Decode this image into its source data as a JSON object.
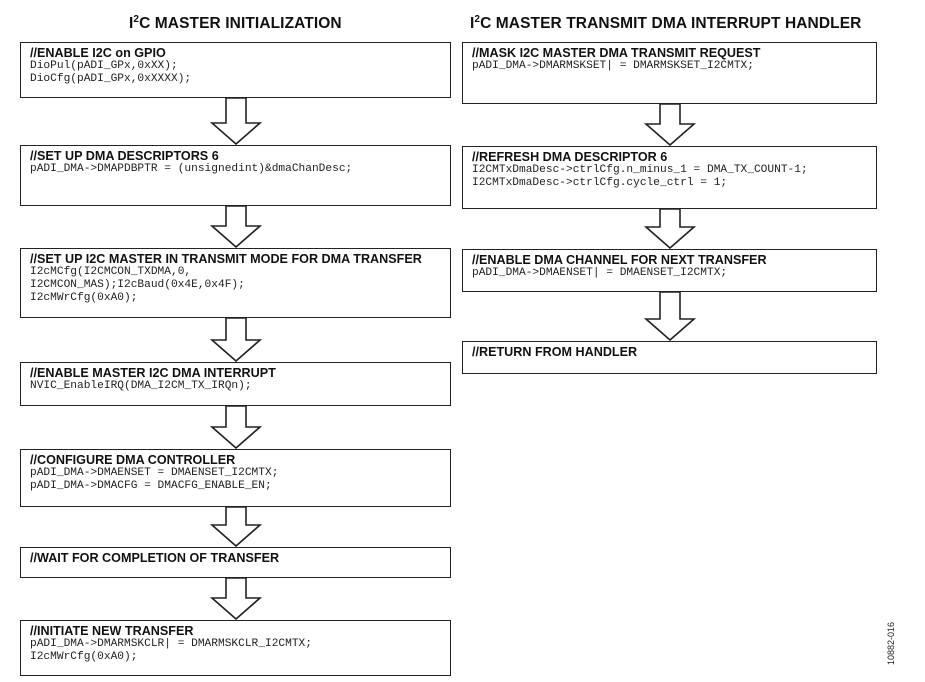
{
  "titles": {
    "left": {
      "pre": "I",
      "sup": "2",
      "post": "C MASTER INITIALIZATION"
    },
    "right": {
      "pre": "I",
      "sup": "2",
      "post": "C MASTER TRANSMIT DMA INTERRUPT HANDLER"
    }
  },
  "left_steps": [
    {
      "heading": "//ENABLE I2C on GPIO",
      "lines": [
        "DioPul(pADI_GPx,0xXX);",
        "DioCfg(pADI_GPx,0xXXXX);"
      ]
    },
    {
      "heading": "//SET UP DMA DESCRIPTORS 6",
      "lines": [
        "pADI_DMA->DMAPDBPTR = (unsignedint)&dmaChanDesc;"
      ]
    },
    {
      "heading": "//SET UP I2C MASTER IN TRANSMIT MODE FOR DMA TRANSFER",
      "lines": [
        "I2cMCfg(I2CMCON_TXDMA,0,",
        "I2CMCON_MAS);I2cBaud(0x4E,0x4F);",
        "I2cMWrCfg(0xA0);"
      ]
    },
    {
      "heading": "//ENABLE MASTER I2C DMA INTERRUPT",
      "lines": [
        "NVIC_EnableIRQ(DMA_I2CM_TX_IRQn);"
      ]
    },
    {
      "heading": "//CONFIGURE DMA CONTROLLER",
      "lines": [
        "pADI_DMA->DMAENSET = DMAENSET_I2CMTX;",
        "pADI_DMA->DMACFG = DMACFG_ENABLE_EN;"
      ]
    },
    {
      "heading": "//WAIT FOR COMPLETION OF TRANSFER",
      "lines": []
    },
    {
      "heading": "//INITIATE NEW TRANSFER",
      "lines": [
        "pADI_DMA->DMARMSKCLR| = DMARMSKCLR_I2CMTX;",
        "I2cMWrCfg(0xA0);"
      ]
    }
  ],
  "right_steps": [
    {
      "heading": "//MASK I2C MASTER DMA TRANSMIT REQUEST",
      "lines": [
        "pADI_DMA->DMARMSKSET| = DMARMSKSET_I2CMTX;"
      ]
    },
    {
      "heading": "//REFRESH DMA DESCRIPTOR 6",
      "lines": [
        "I2CMTxDmaDesc->ctrlCfg.n_minus_1 = DMA_TX_COUNT-1;",
        "I2CMTxDmaDesc->ctrlCfg.cycle_ctrl = 1;"
      ]
    },
    {
      "heading": "//ENABLE DMA CHANNEL FOR NEXT TRANSFER",
      "lines": [
        "pADI_DMA->DMAENSET| = DMAENSET_I2CMTX;"
      ]
    },
    {
      "heading": "//RETURN FROM HANDLER",
      "lines": []
    }
  ],
  "figure_id": "10882-016",
  "colors": {
    "stroke": "#222222",
    "text": "#111111",
    "background": "#ffffff"
  }
}
